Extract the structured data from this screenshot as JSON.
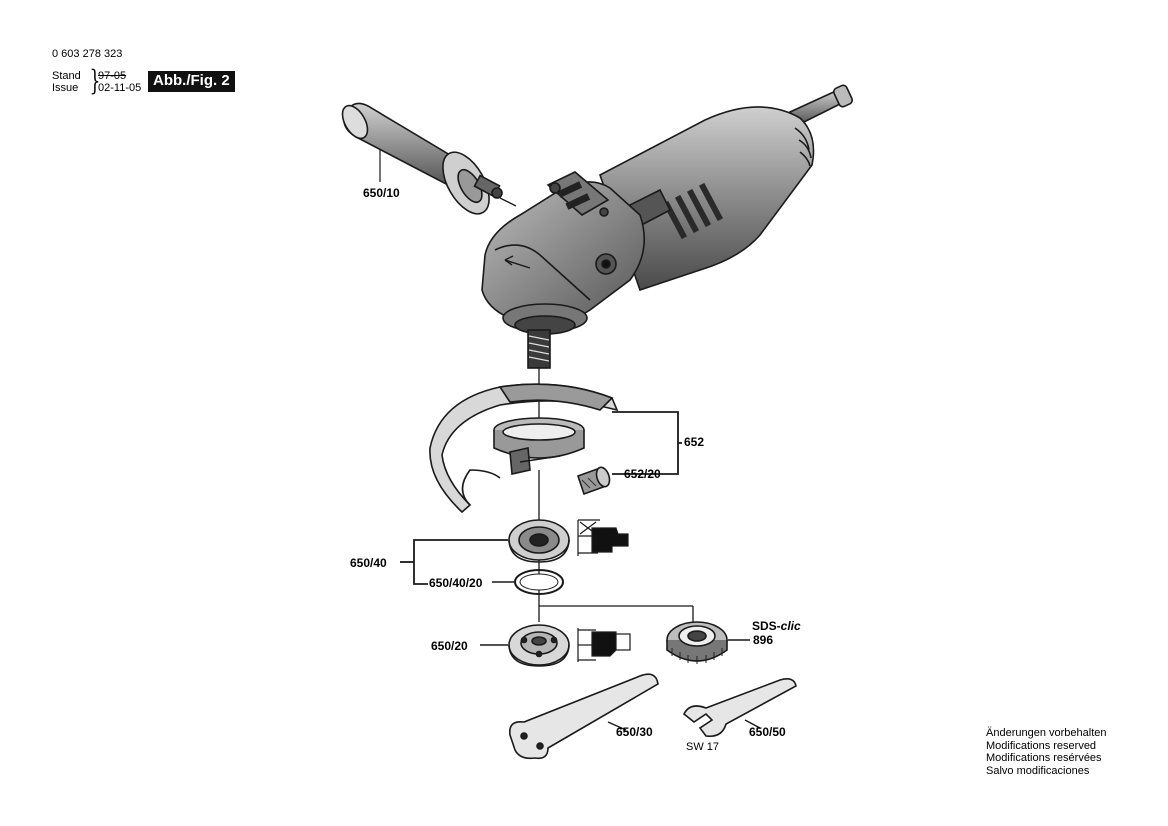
{
  "header": {
    "part_number": "0 603 278 323",
    "stand_label": "Stand",
    "issue_label": "Issue",
    "stand_old": "97-05",
    "issue_date": "02-11-05",
    "figure_badge": "Abb./Fig. 2"
  },
  "parts": {
    "p650_10": "650/10",
    "p652": "652",
    "p652_20": "652/20",
    "p650_40": "650/40",
    "p650_40_20": "650/40/20",
    "p650_20": "650/20",
    "p896": "896",
    "sds_prefix": "SDS-",
    "sds_suffix": "clic",
    "p650_30": "650/30",
    "p650_50": "650/50",
    "sw17": "SW 17"
  },
  "notes": {
    "de": "Änderungen vorbehalten",
    "en": "Modifications reserved",
    "fr": "Modifications resérvées",
    "es": "Salvo modificaciones"
  },
  "colors": {
    "line": "#1a1a1a",
    "badge_bg": "#111111",
    "badge_fg": "#ffffff",
    "body_gray": "#8c8c8c",
    "dark_gray": "#3a3a3a"
  }
}
